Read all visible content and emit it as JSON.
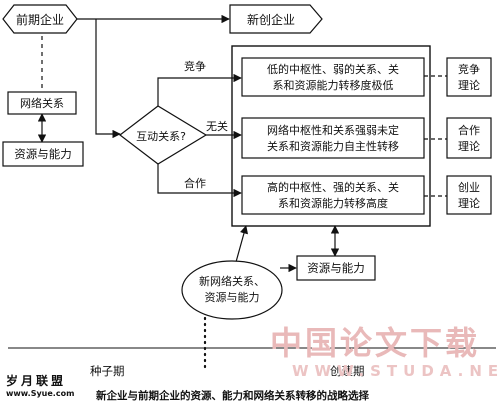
{
  "diagram": {
    "former_enterprise": "前期企业",
    "new_enterprise": "新创企业",
    "former_network": "网络关系",
    "former_resources": "资源与能力",
    "interaction_question": "互动关系?",
    "branch_competition": "竞争",
    "branch_none": "无关",
    "branch_cooperation": "合作",
    "outcome_low": [
      "低的中枢性、弱的关系、关",
      "系和资源能力转移度极低"
    ],
    "outcome_mid": [
      "网络中枢性和关系强弱未定",
      "关系和资源能力自主性转移"
    ],
    "outcome_high": [
      "高的中枢性、强的关系、关",
      "系和资源能力转移高度"
    ],
    "theory_competition": [
      "竞争",
      "理论"
    ],
    "theory_cooperation": [
      "合作",
      "理论"
    ],
    "theory_entrepreneurship": [
      "创业",
      "理论"
    ],
    "new_resources": "资源与能力",
    "new_network": [
      "新网络关系、",
      "资源与能力"
    ],
    "period_seed": "种子期",
    "period_startup": "创建期"
  },
  "watermark": {
    "text": "中国论文下载",
    "url": "WWW.STUDA.NET"
  },
  "logo": {
    "name": "岁月联盟",
    "url": "www.Syue.com"
  },
  "caption": "新企业与前期企业的资源、能力和网络关系转移的战略选择"
}
